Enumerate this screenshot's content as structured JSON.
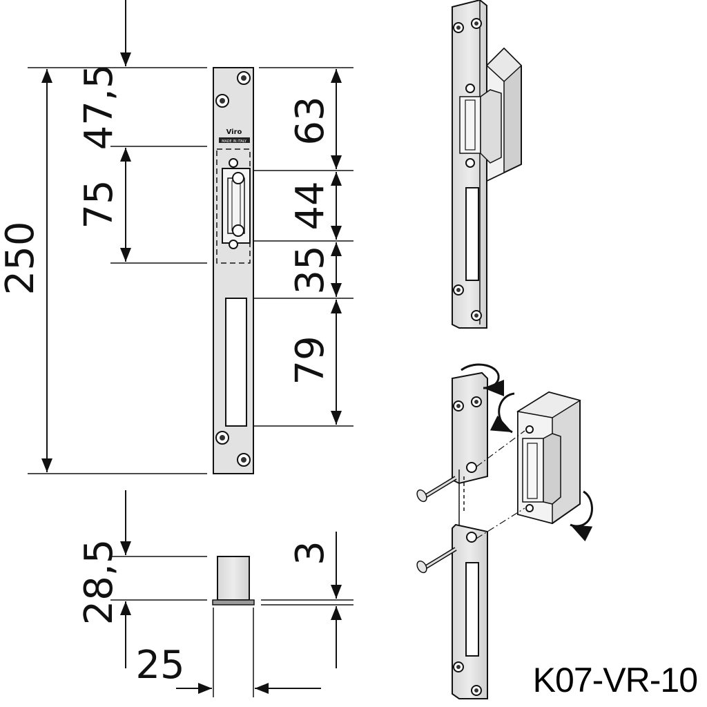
{
  "product_code": "K07-VR-10",
  "brand_logo_text": "Viro",
  "brand_sub_text": "MADE IN ITALY",
  "dimensions": {
    "total_length": "250",
    "top_offset": "47,5",
    "body_length": "75",
    "to_latch_top": "63",
    "latch_span": "44",
    "to_slot": "35",
    "slot_length": "79",
    "depth": "28,5",
    "plate_thickness": "3",
    "width": "25"
  }
}
